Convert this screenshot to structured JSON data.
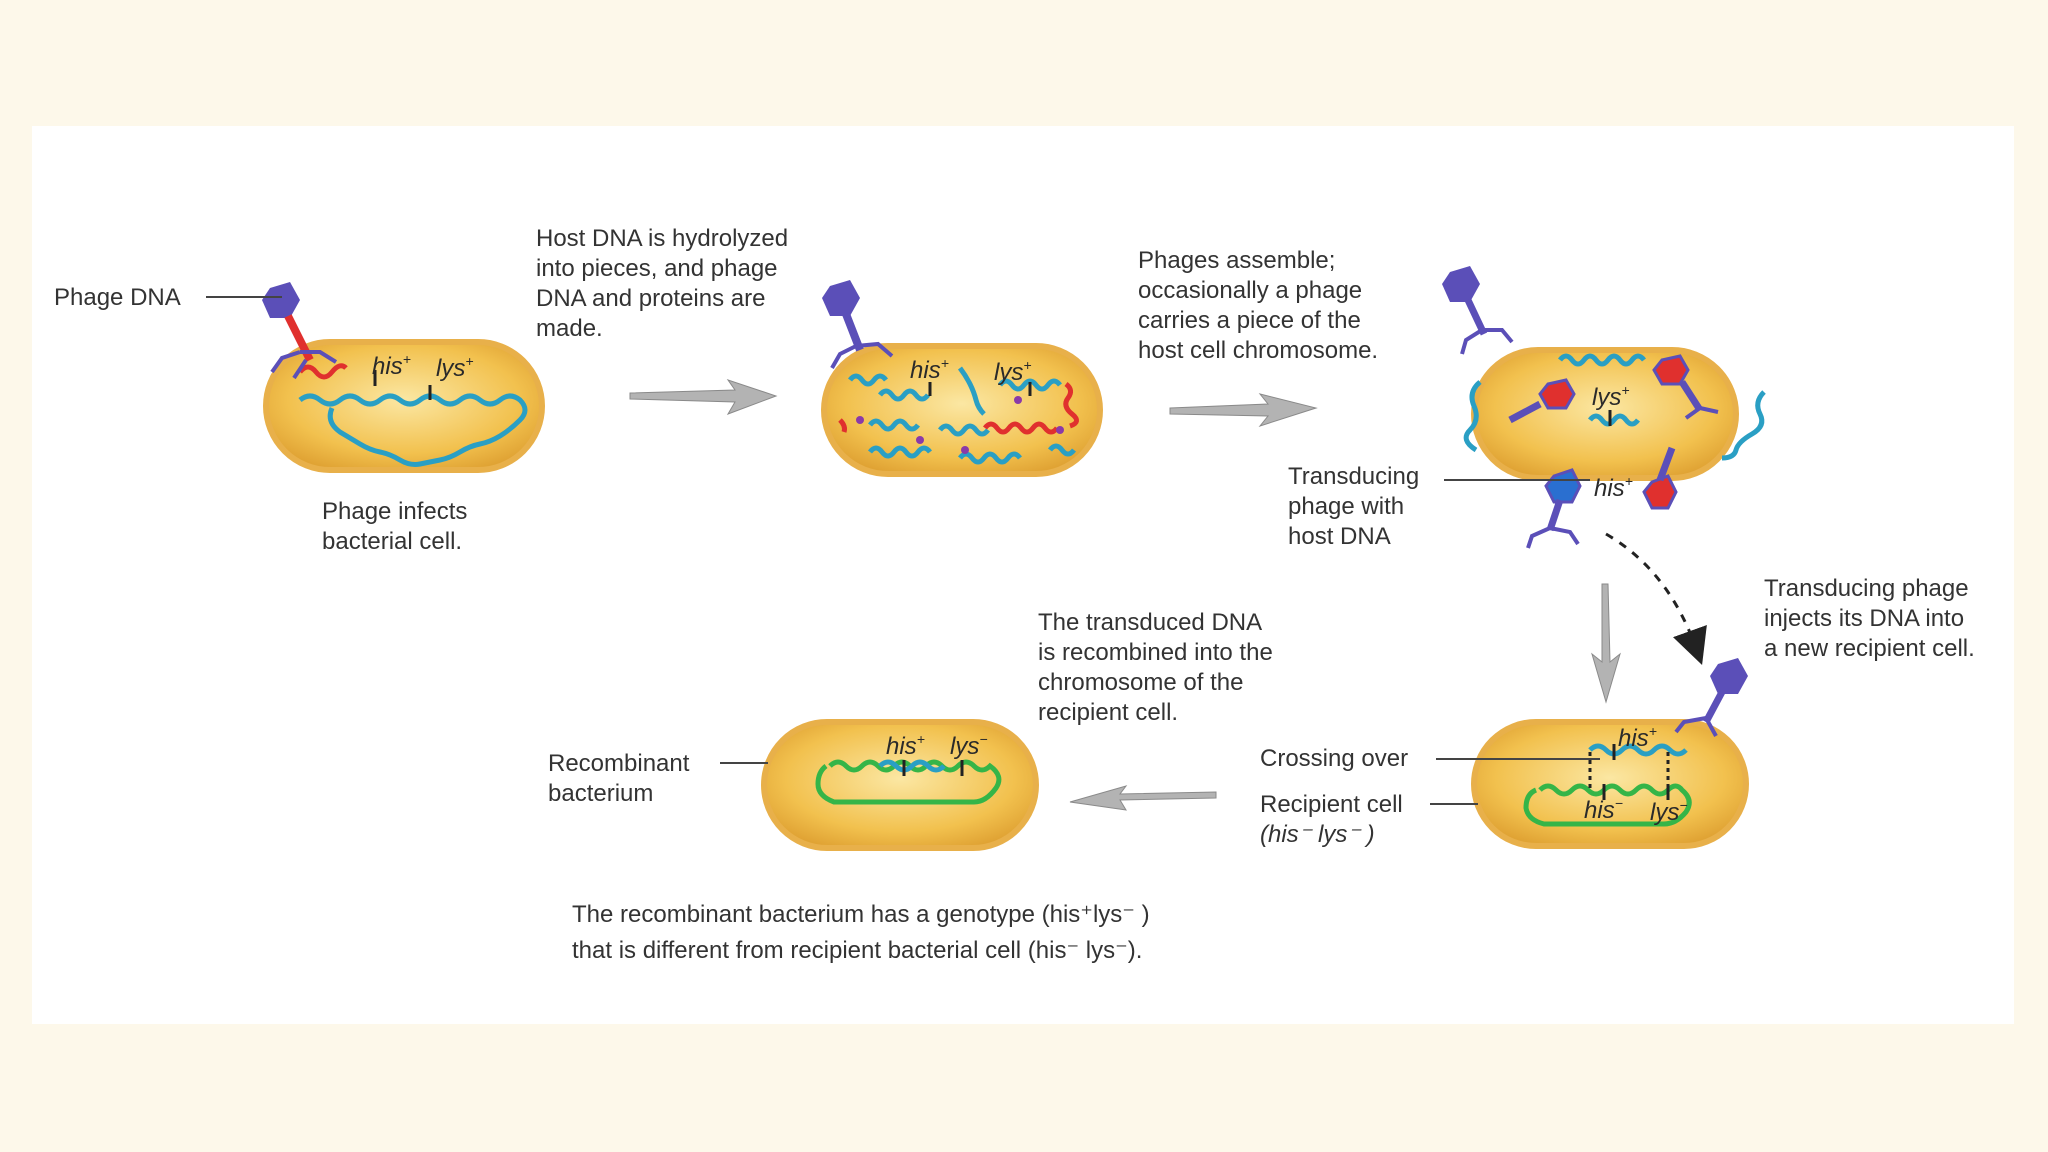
{
  "labels": {
    "phage_dna": "Phage DNA",
    "phage_infects": [
      "Phage infects",
      "bacterial cell."
    ],
    "host_hydrolyzed": [
      "Host DNA is hydrolyzed",
      "into pieces, and phage",
      "DNA and proteins are",
      "made."
    ],
    "phages_assemble": [
      "Phages assemble;",
      "occasionally a phage",
      "carries a piece of the",
      "host cell chromosome."
    ],
    "transducing_phage": [
      "Transducing",
      "phage with",
      "host DNA"
    ],
    "transducing_injects": [
      "Transducing phage",
      "injects its DNA into",
      "a new recipient cell."
    ],
    "transduced_recombined": [
      "The transduced DNA",
      "is recombined into the",
      "chromosome of the",
      "recipient cell."
    ],
    "recombinant_bacterium": [
      "Recombinant",
      "bacterium"
    ],
    "crossing_over": "Crossing over",
    "recipient_cell": "Recipient cell",
    "recipient_genotype": "(his⁻ lys⁻ )",
    "caption": [
      "The recombinant bacterium has a genotype (his⁺lys⁻ )",
      "that is different from recipient bacterial cell (his⁻ lys⁻)."
    ]
  },
  "genes": {
    "his_plus": "his",
    "lys_plus": "lys",
    "his_minus": "his",
    "lys_minus": "lys",
    "plus": "+",
    "minus": "−"
  },
  "colors": {
    "cell_fill": "#f2c14e",
    "cell_edge": "#d99a2b",
    "host_dna": "#2a9fc4",
    "phage_dna": "#e0302e",
    "recipient_dna": "#35b548",
    "phage_body": "#5b4fb8",
    "arrow": "#a8a8a8"
  }
}
